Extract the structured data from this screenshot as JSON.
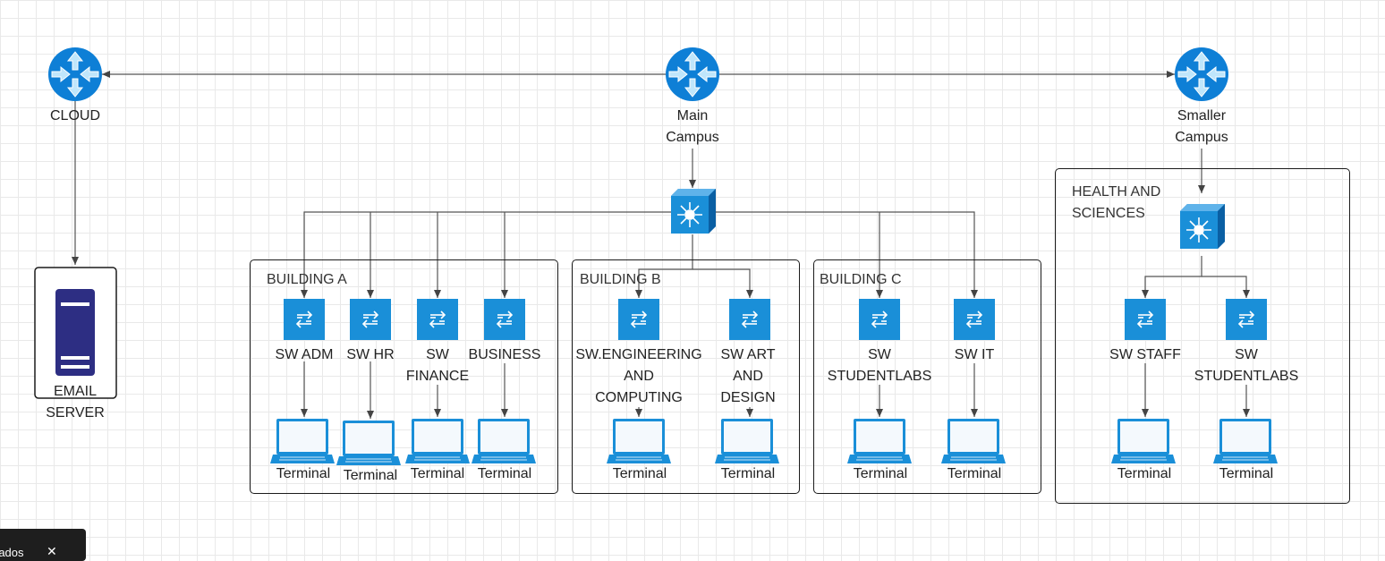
{
  "routers": [
    {
      "id": "cloud",
      "label": "CLOUD"
    },
    {
      "id": "main",
      "label": "Main\nCampus"
    },
    {
      "id": "smaller",
      "label": "Smaller\nCampus"
    }
  ],
  "server": {
    "label": "EMAIL\nSERVER"
  },
  "buildings": [
    {
      "title": "BUILDING A"
    },
    {
      "title": "BUILDING B"
    },
    {
      "title": "BUILDING C"
    },
    {
      "title": "HEALTH AND\nSCIENCES"
    }
  ],
  "switches": [
    {
      "label": "SW ADM"
    },
    {
      "label": "SW HR"
    },
    {
      "label": "SW\nFINANCE"
    },
    {
      "label": "BUSINESS"
    },
    {
      "label": "SW.ENGINEERING\nAND\nCOMPUTING"
    },
    {
      "label": "SW ART\nAND\nDESIGN"
    },
    {
      "label": "SW\nSTUDENTLABS"
    },
    {
      "label": "SW IT"
    },
    {
      "label": "SW STAFF"
    },
    {
      "label": "SW\nSTUDENTLABS"
    }
  ],
  "terminal_label": "Terminal",
  "toast": {
    "text": "rados",
    "close": "✕"
  },
  "colors": {
    "router": "#0e7fd6",
    "switch": "#1a8fd8",
    "server": "#2d2e83",
    "line": "#555555"
  }
}
